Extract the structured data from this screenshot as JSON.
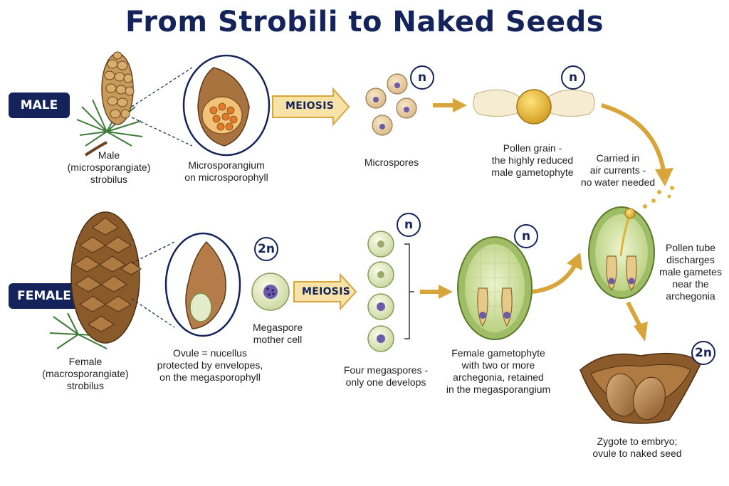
{
  "title": "From Strobili to Naked Seeds",
  "rows": {
    "male": "MALE",
    "female": "FEMALE"
  },
  "meiosis_label": "MEIOSIS",
  "ploidy": {
    "haploid": "n",
    "diploid": "2n"
  },
  "labels": {
    "male_strobilus": [
      "Male",
      "(microsporangiate)",
      "strobilus"
    ],
    "microsporangium": [
      "Microsporangium",
      "on microsporophyll"
    ],
    "microspores": [
      "Microspores"
    ],
    "pollen_grain": [
      "Pollen grain -",
      "the highly reduced",
      "male gametophyte"
    ],
    "air_currents": [
      "Carried in",
      "air currents -",
      "no water needed"
    ],
    "female_strobilus": [
      "Female",
      "(macrosporangiate)",
      "strobilus"
    ],
    "ovule": [
      "Ovule = nucellus",
      "protected by envelopes,",
      "on the megasporophyll"
    ],
    "megaspore_mother": [
      "Megaspore",
      "mother cell"
    ],
    "four_megaspores": [
      "Four megaspores -",
      "only one develops"
    ],
    "female_gametophyte": [
      "Female gametophyte",
      "with two or more",
      "archegonia, retained",
      "in the megasporangium"
    ],
    "pollen_tube": [
      "Pollen tube",
      "discharges",
      "male gametes",
      "near the",
      "archegonia"
    ],
    "zygote": [
      "Zygote to embryo;",
      "ovule to naked seed"
    ]
  },
  "colors": {
    "navy": "#14235a",
    "arrow_gold": "#d8a53a",
    "cone_brown": "#8a5a2b",
    "needle_green": "#3f7a3a",
    "tissue_green": "#c9dc9e",
    "nucleus_purple": "#6b5ba8"
  }
}
